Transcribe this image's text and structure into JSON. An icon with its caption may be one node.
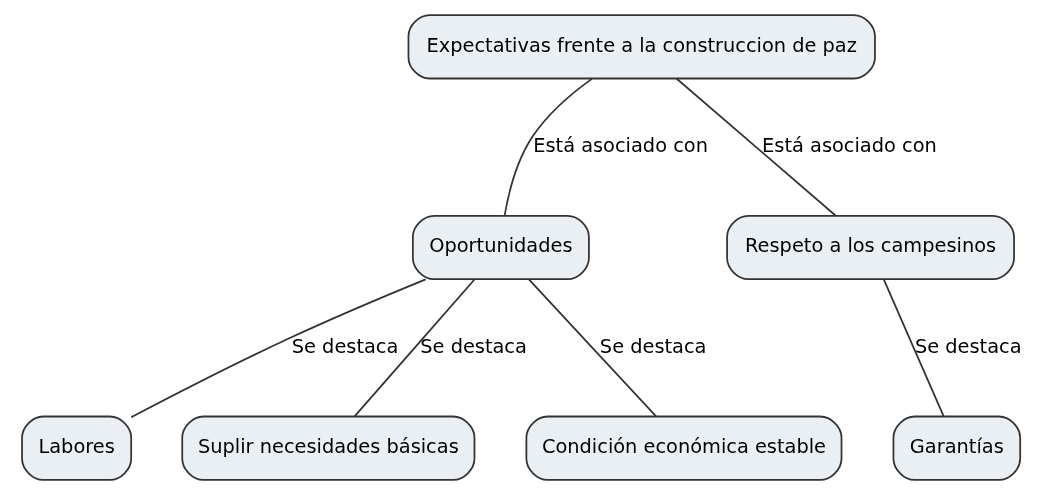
{
  "diagram": {
    "nodes": [
      {
        "text": [
          "Expectativas frente a la construccion de paz"
        ]
      },
      {
        "text": [
          "Oportunidades"
        ]
      },
      {
        "text": [
          "Respeto a los campesinos"
        ]
      },
      {
        "text": [
          "Labores"
        ]
      },
      {
        "text": [
          "Suplir necesidades básicas"
        ]
      },
      {
        "text": [
          "Condición económica estable"
        ]
      },
      {
        "text": [
          "Garantías"
        ]
      }
    ],
    "edges": [
      {
        "from": 0,
        "to": 1,
        "arrow": "none",
        "label": "Está asociado con"
      },
      {
        "from": 0,
        "to": 2,
        "arrow": "none",
        "label": "Está asociado con"
      },
      {
        "from": 1,
        "to": 3,
        "arrow": "none",
        "label": "Se destaca"
      },
      {
        "from": 1,
        "to": 4,
        "arrow": "none",
        "label": "Se destaca"
      },
      {
        "from": 1,
        "to": 5,
        "arrow": "none",
        "label": "Se destaca"
      },
      {
        "from": 2,
        "to": 6,
        "arrow": "none",
        "label": "Se destaca"
      }
    ]
  }
}
